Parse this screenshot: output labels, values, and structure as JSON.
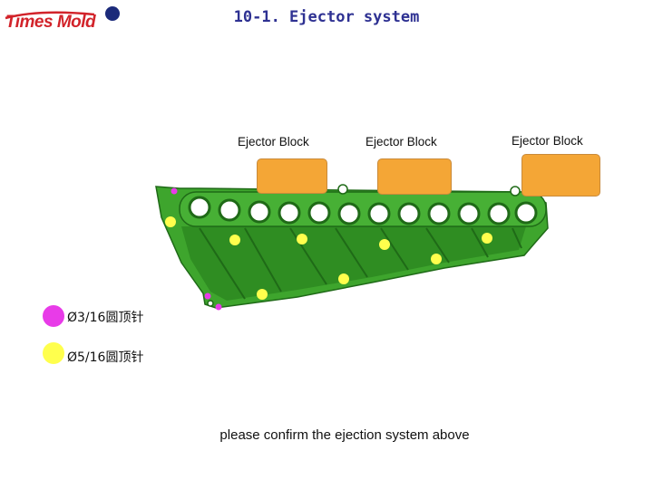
{
  "header": {
    "logo_text": "Times Mold",
    "title": "10-1. Ejector system"
  },
  "ejector_blocks": [
    {
      "label": "Ejector Block"
    },
    {
      "label": "Ejector Block"
    },
    {
      "label": "Ejector Block"
    }
  ],
  "legend": [
    {
      "color": "#e83be8",
      "text": "Ø3/16圆顶针"
    },
    {
      "color": "#ffff4d",
      "text": "Ø5/16圆顶针"
    }
  ],
  "colors": {
    "part_green": "#3ea52d",
    "block_orange": "#f4a636",
    "pin_magenta": "#e83be8",
    "pin_yellow": "#ffff4d",
    "title_blue": "#2e3192",
    "logo_red": "#d2232a"
  },
  "footer": {
    "note": "please confirm the ejection system above"
  }
}
